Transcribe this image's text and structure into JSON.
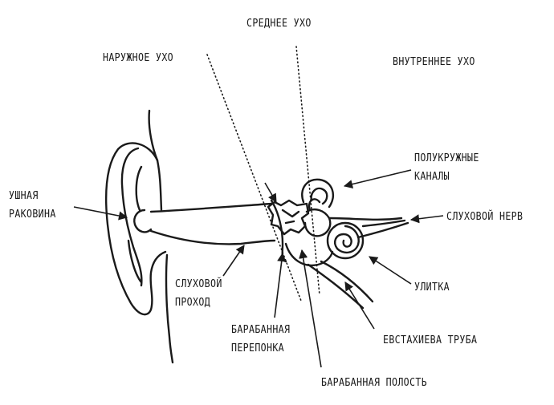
{
  "labels": {
    "middle_ear": "СРЕДНЕЕ УХО",
    "outer_ear": "НАРУЖНОЕ УХО",
    "inner_ear": "ВНУТРЕННЕЕ УХО",
    "auricle_1": "УШНАЯ",
    "auricle_2": "РАКОВИНА",
    "canals_1": "ПОЛУКРУЖНЫЕ",
    "canals_2": "КАНАЛЫ",
    "nerve": "СЛУХОВОЙ НЕРВ",
    "passage_1": "СЛУХОВОЙ",
    "passage_2": "ПРОХОД",
    "cochlea": "УЛИТКА",
    "eardrum_1": "БАРАБАННАЯ",
    "eardrum_2": "ПЕРЕПОНКА",
    "eustachian": "ЕВСТАХИЕВА ТРУБА",
    "cavity": "БАРАБАННАЯ ПОЛОСТЬ"
  },
  "colors": {
    "ink": "#1a1a1a",
    "background": "#ffffff"
  }
}
